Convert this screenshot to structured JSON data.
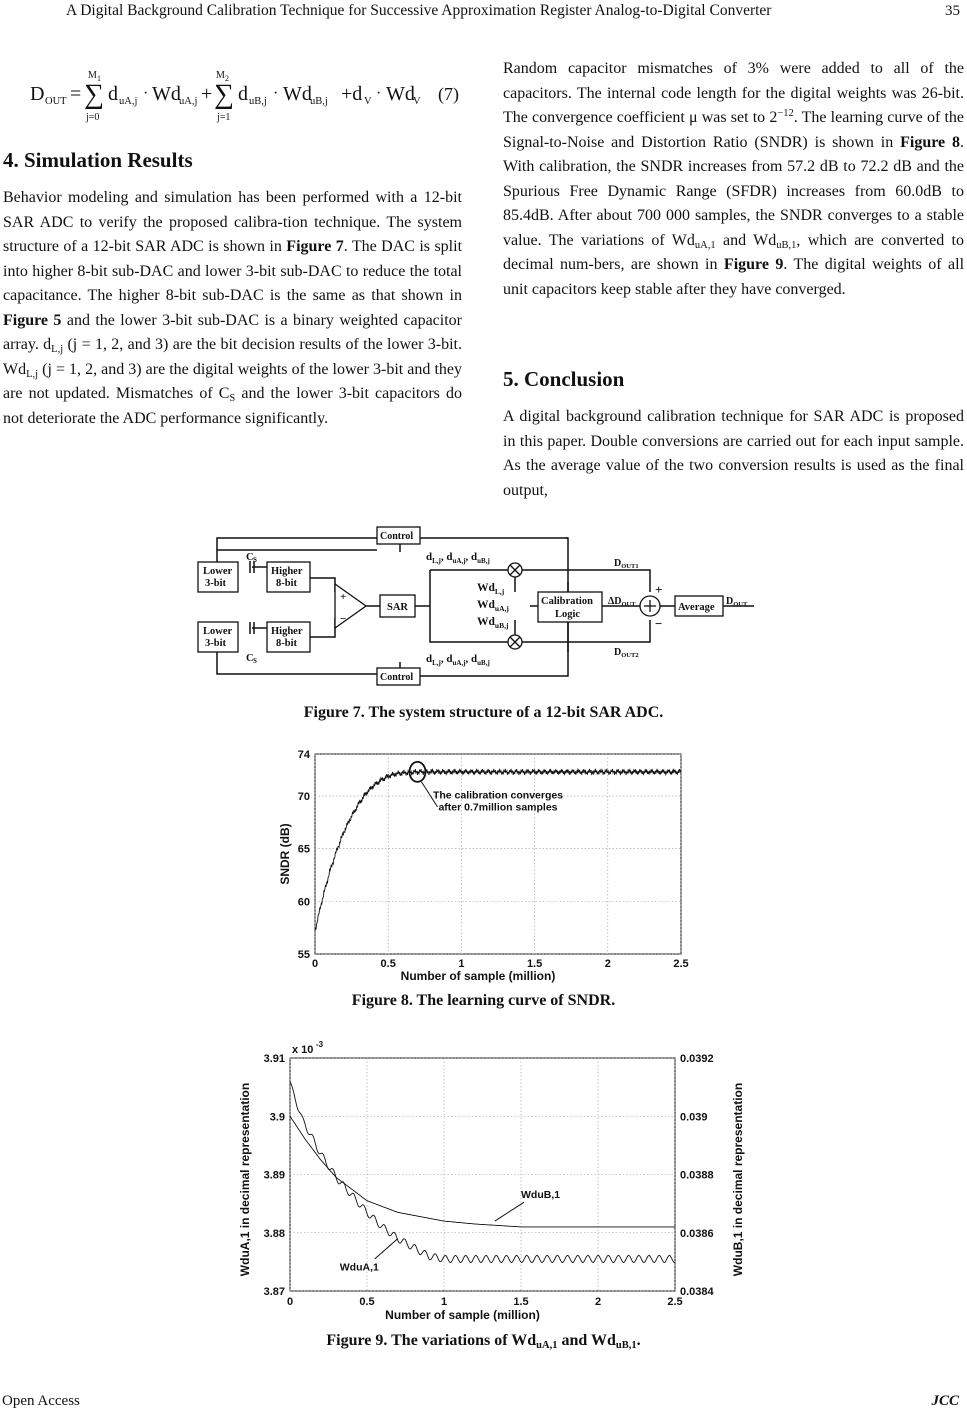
{
  "header": {
    "running_title": "A Digital Background Calibration Technique for Successive Approximation Register Analog-to-Digital Converter",
    "page_number": "35"
  },
  "equation": {
    "lhs": "D",
    "lhs_sub": "OUT",
    "eq_sign": "=",
    "m1": "M",
    "m1_sub": "1",
    "m2": "M",
    "m2_sub": "2",
    "j0": "j=0",
    "j1": "j=1",
    "t1_d": "d",
    "t1_dsub": "uA,j",
    "t1_w": "Wd",
    "t1_wsub": "uA,j",
    "t2_d": "d",
    "t2_dsub": "uB,j",
    "t2_w": "Wd",
    "t2_wsub": "uB,j",
    "t3_d": "+d",
    "t3_dsub": "V",
    "t3_w": "Wd",
    "t3_wsub": "V",
    "plus": "+",
    "dot": "·",
    "number": "(7)"
  },
  "section4": {
    "heading": "4. Simulation Results",
    "p1": "Behavior modeling and simulation has been performed with a 12-bit SAR ADC to verify the proposed calibra-tion technique. The system structure of a 12-bit SAR ADC is shown in ",
    "p1_fig7": "Figure 7",
    "p1b": ". The DAC is split into higher 8-bit sub-DAC and lower 3-bit sub-DAC to reduce the total capacitance. The higher 8-bit sub-DAC is the same as that shown in ",
    "p1_fig5": "Figure 5",
    "p1c": " and the lower 3-bit sub-DAC is a binary weighted capacitor array. d",
    "p1_dL": "L,j",
    "p1d": " (j = 1, 2, and 3) are the bit decision results of the lower 3-bit. Wd",
    "p1_WdL": "L,j",
    "p1e": " (j = 1, 2, and 3) are the digital weights of the lower 3-bit and they are not updated. Mismatches of C",
    "p1_CS": "S",
    "p1f": " and the lower 3-bit capacitors do not deteriorate the ADC performance significantly."
  },
  "right_col": {
    "p1": "Random capacitor mismatches of 3% were added to all of the capacitors. The internal code length for the digital weights was 26-bit. The convergence coefficient μ was set to 2",
    "p1_exp": "−12",
    "p1b": ". The learning curve of the Signal-to-Noise and Distortion Ratio (SNDR) is shown in ",
    "p1_fig8": "Figure 8",
    "p1c": ". With calibration, the SNDR increases from 57.2 dB to 72.2 dB and the Spurious Free Dynamic Range (SFDR) increases from 60.0dB to 85.4dB. After about 700 000 samples, the SNDR converges to a stable value. The variations of Wd",
    "p1_s1": "uA,1",
    "p1d": " and Wd",
    "p1_s2": "uB,1",
    "p1e": ", which are converted to decimal num-bers, are shown in ",
    "p1_fig9": "Figure 9",
    "p1f": ". The digital weights of all unit capacitors keep stable after they have converged.",
    "heading5": "5. Conclusion",
    "p2": "A digital background calibration technique for SAR ADC is proposed in this paper. Double conversions are carried out for each input sample. As the average value of the two conversion results is used as the final output,"
  },
  "figure7": {
    "caption": "Figure 7. The system structure of a 12-bit SAR ADC.",
    "lower": "Lower",
    "three_bit": "3-bit",
    "higher": "Higher",
    "eight_bit": "8-bit",
    "cs": "C",
    "cs_sub": "S",
    "sar": "SAR",
    "control": "Control",
    "d_line_a": "d",
    "d_sub_L": "L,j",
    "d_sub_uA": "uA,j",
    "d_sub_uB": "uB,j",
    "sep": ", ",
    "wd": "Wd",
    "calib1": "Calibration",
    "calib2": "Logic",
    "dout1": "D",
    "dout1_sub": "OUT1",
    "dout2_sub": "OUT2",
    "delta": "ΔD",
    "delta_sub": "OUT",
    "average": "Average",
    "dout_sub": "OUT",
    "plus": "+",
    "minus": "−"
  },
  "figure8": {
    "caption": "Figure 8. The learning curve of SNDR.",
    "annotation1": "The calibration converges",
    "annotation2": "after 0.7million samples",
    "chart_data": {
      "type": "line",
      "xlabel": "Number of sample (million)",
      "ylabel": "SNDR (dB)",
      "xlim": [
        0,
        2.5
      ],
      "ylim": [
        55,
        74
      ],
      "xticks": [
        "0",
        "0.5",
        "1",
        "1.5",
        "2",
        "2.5"
      ],
      "yticks": [
        "55",
        "60",
        "65",
        "70",
        "74"
      ],
      "grid": true,
      "x": [
        0,
        0.05,
        0.1,
        0.15,
        0.2,
        0.25,
        0.3,
        0.35,
        0.4,
        0.45,
        0.5,
        0.55,
        0.6,
        0.65,
        0.7,
        0.8,
        1.0,
        1.5,
        2.0,
        2.5
      ],
      "y": [
        57.2,
        60.2,
        62.8,
        64.9,
        66.7,
        68.1,
        69.3,
        70.3,
        71.0,
        71.5,
        71.9,
        72.1,
        72.2,
        72.25,
        72.3,
        72.3,
        72.3,
        72.3,
        72.3,
        72.3
      ]
    }
  },
  "figure9": {
    "caption": "Figure 9. The variations of Wd",
    "caption_s1": "uA,1",
    "caption_and": " and Wd",
    "caption_s2": "uB,1",
    "caption_end": ".",
    "chart_data": {
      "type": "line",
      "xlabel": "Number of sample (million)",
      "ylabel_left": "WduA,1 in decimal representation",
      "ylabel_right": "WduB,1 in decimal representation",
      "scale_note": "x 10",
      "scale_exp": "-3",
      "xlim": [
        0,
        2.5
      ],
      "ylim_left": [
        3.87,
        3.91
      ],
      "ylim_right": [
        0.0384,
        0.0392
      ],
      "xticks": [
        "0",
        "0.5",
        "1",
        "1.5",
        "2",
        "2.5"
      ],
      "yticks_left": [
        "3.87",
        "3.88",
        "3.89",
        "3.9",
        "3.91"
      ],
      "yticks_right": [
        "0.0384",
        "0.0386",
        "0.0388",
        "0.039",
        "0.0392"
      ],
      "grid": true,
      "series": [
        {
          "name": "WduA,1",
          "axis": "left",
          "x": [
            0,
            0.05,
            0.1,
            0.2,
            0.3,
            0.4,
            0.5,
            0.6,
            0.7,
            0.8,
            0.9,
            1.0,
            1.5,
            2.0,
            2.5
          ],
          "y": [
            3.906,
            3.9015,
            3.8985,
            3.8935,
            3.8895,
            3.8865,
            3.8835,
            3.881,
            3.879,
            3.8775,
            3.876,
            3.8755,
            3.8755,
            3.8755,
            3.8755
          ]
        },
        {
          "name": "WduB,1",
          "axis": "right",
          "x": [
            0,
            0.1,
            0.2,
            0.3,
            0.4,
            0.5,
            0.6,
            0.7,
            0.8,
            1.0,
            1.2,
            1.5,
            2.0,
            2.5
          ],
          "y": [
            0.039,
            0.03892,
            0.03885,
            0.03879,
            0.03875,
            0.03871,
            0.03869,
            0.03867,
            0.03866,
            0.03864,
            0.03863,
            0.03862,
            0.03862,
            0.03862
          ]
        }
      ]
    }
  },
  "footer": {
    "left": "Open  Access",
    "right": "JCC"
  }
}
